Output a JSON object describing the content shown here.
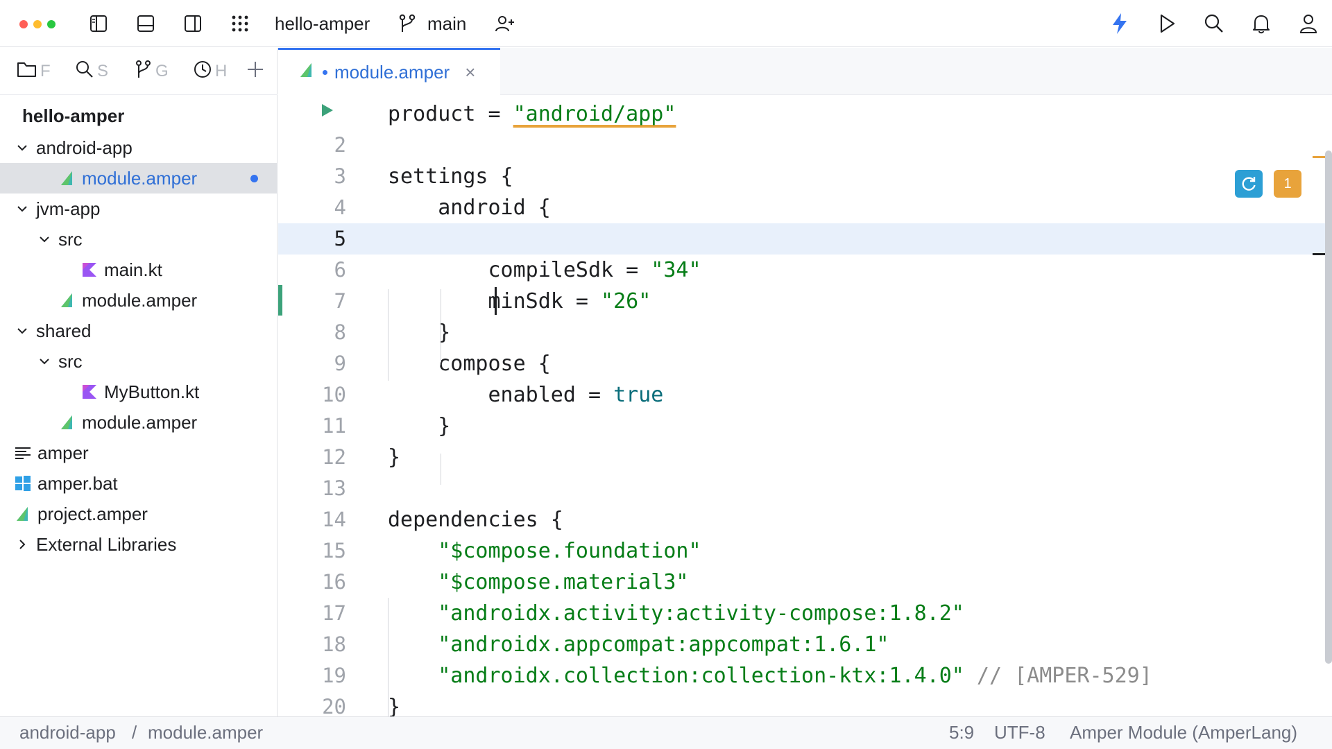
{
  "titlebar": {
    "project_name": "hello-amper",
    "branch": "main",
    "traffic_colors": [
      "#ff5f57",
      "#febc2e",
      "#28c840"
    ],
    "icons": [
      "left-sidebar-icon",
      "bottom-panel-icon",
      "right-sidebar-icon",
      "apps-grid-icon",
      "branch-icon",
      "add-user-icon",
      "lightning-icon",
      "run-icon",
      "search-icon",
      "bell-icon",
      "account-icon"
    ]
  },
  "left_tabs": [
    {
      "label": "F",
      "icon": "folder-icon"
    },
    {
      "label": "S",
      "icon": "search-icon"
    },
    {
      "label": "G",
      "icon": "branch-icon"
    },
    {
      "label": "H",
      "icon": "clock-icon"
    }
  ],
  "tree": {
    "root": "hello-amper",
    "items": [
      {
        "label": "android-app",
        "kind": "folder",
        "expanded": true
      },
      {
        "label": "module.amper",
        "kind": "amper",
        "selected": true,
        "modified": true
      },
      {
        "label": "jvm-app",
        "kind": "folder",
        "expanded": true
      },
      {
        "label": "src",
        "kind": "folder",
        "expanded": true
      },
      {
        "label": "main.kt",
        "kind": "kotlin"
      },
      {
        "label": "module.amper",
        "kind": "amper"
      },
      {
        "label": "shared",
        "kind": "folder",
        "expanded": true
      },
      {
        "label": "src",
        "kind": "folder",
        "expanded": true
      },
      {
        "label": "MyButton.kt",
        "kind": "kotlin"
      },
      {
        "label": "module.amper",
        "kind": "amper"
      },
      {
        "label": "amper",
        "kind": "text"
      },
      {
        "label": "amper.bat",
        "kind": "windows"
      },
      {
        "label": "project.amper",
        "kind": "amper"
      },
      {
        "label": "External Libraries",
        "kind": "folder",
        "expanded": false
      }
    ]
  },
  "editor": {
    "tab_label": "module.amper",
    "current_line": 5,
    "inspection_count": "1",
    "lines": [
      {
        "n": "",
        "parts": [
          [
            "t",
            "product = "
          ],
          [
            "s",
            "\"android/app\""
          ]
        ]
      },
      {
        "n": "2",
        "parts": []
      },
      {
        "n": "3",
        "parts": [
          [
            "t",
            "settings {"
          ]
        ]
      },
      {
        "n": "4",
        "parts": [
          [
            "t",
            "    android {"
          ]
        ]
      },
      {
        "n": "5",
        "parts": []
      },
      {
        "n": "6",
        "parts": [
          [
            "t",
            "        compileSdk = "
          ],
          [
            "s",
            "\"34\""
          ]
        ]
      },
      {
        "n": "7",
        "parts": [
          [
            "t",
            "        minSdk = "
          ],
          [
            "s",
            "\"26\""
          ]
        ]
      },
      {
        "n": "8",
        "parts": [
          [
            "t",
            "    }"
          ]
        ]
      },
      {
        "n": "9",
        "parts": [
          [
            "t",
            "    compose {"
          ]
        ]
      },
      {
        "n": "10",
        "parts": [
          [
            "t",
            "        enabled = "
          ],
          [
            "k",
            "true"
          ]
        ]
      },
      {
        "n": "11",
        "parts": [
          [
            "t",
            "    }"
          ]
        ]
      },
      {
        "n": "12",
        "parts": [
          [
            "t",
            "}"
          ]
        ]
      },
      {
        "n": "13",
        "parts": []
      },
      {
        "n": "14",
        "parts": [
          [
            "t",
            "dependencies {"
          ]
        ]
      },
      {
        "n": "15",
        "parts": [
          [
            "t",
            "    "
          ],
          [
            "s",
            "\"$compose.foundation\""
          ]
        ]
      },
      {
        "n": "16",
        "parts": [
          [
            "t",
            "    "
          ],
          [
            "s",
            "\"$compose.material3\""
          ]
        ]
      },
      {
        "n": "17",
        "parts": [
          [
            "t",
            "    "
          ],
          [
            "s",
            "\"androidx.activity:activity-compose:1.8.2\""
          ]
        ]
      },
      {
        "n": "18",
        "parts": [
          [
            "t",
            "    "
          ],
          [
            "s",
            "\"androidx.appcompat:appcompat:1.6.1\""
          ]
        ]
      },
      {
        "n": "19",
        "parts": [
          [
            "t",
            "    "
          ],
          [
            "s",
            "\"androidx.collection:collection-ktx:1.4.0\""
          ],
          [
            "c",
            " // [AMPER-529]"
          ]
        ]
      },
      {
        "n": "20",
        "parts": [
          [
            "t",
            "}"
          ]
        ]
      }
    ]
  },
  "statusbar": {
    "breadcrumb": [
      "android-app",
      "module.amper"
    ],
    "position": "5:9",
    "encoding": "UTF-8",
    "language": "Amper Module (AmperLang)"
  }
}
